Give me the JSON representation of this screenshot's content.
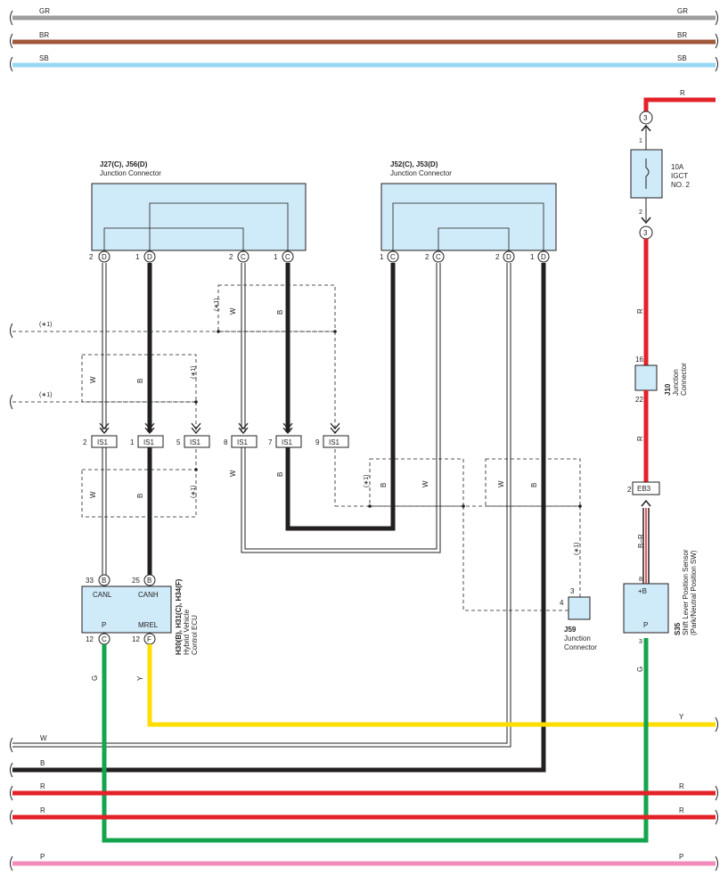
{
  "colors": {
    "GR": "#9d9d9d",
    "BR": "#a0573a",
    "SB": "#98d8f2",
    "R": "#e32128",
    "B": "#231f20",
    "W": "#ffffff",
    "G": "#13a54e",
    "Y": "#ffdd00",
    "P": "#f08bba",
    "connector_fill": "#cfeaf8"
  },
  "icons": {
    "wire_break": "bracket-glyph",
    "pin": "circle-letter",
    "inline_connector": "chevron-arrow"
  },
  "bus": {
    "top": [
      {
        "code": "GR"
      },
      {
        "code": "BR"
      },
      {
        "code": "SB"
      }
    ],
    "bottom": [
      {
        "code": "W"
      },
      {
        "code": "B"
      },
      {
        "code": "R"
      },
      {
        "code": "R"
      },
      {
        "code": "P"
      }
    ]
  },
  "connectors": {
    "j27": {
      "name": "J27(C), J56(D)",
      "desc": "Junction Connector",
      "pins": [
        {
          "n": "2",
          "l": "D"
        },
        {
          "n": "1",
          "l": "D"
        },
        {
          "n": "2",
          "l": "C"
        },
        {
          "n": "1",
          "l": "C"
        }
      ]
    },
    "j52": {
      "name": "J52(C), J53(D)",
      "desc": "Junction Connector",
      "pins": [
        {
          "n": "1",
          "l": "C"
        },
        {
          "n": "2",
          "l": "C"
        },
        {
          "n": "2",
          "l": "D"
        },
        {
          "n": "1",
          "l": "D"
        }
      ]
    },
    "fuse": {
      "rating": "10A",
      "line2": "IGCT",
      "line3": "NO. 2",
      "pin_top": "1",
      "pin_bottom": "2",
      "conn": "3"
    },
    "j10": {
      "name": "J10",
      "line1": "Junction",
      "line2": "Connector",
      "pin_top": "16",
      "pin_bottom": "22"
    },
    "eb3": {
      "name": "EB3",
      "pin": "2"
    },
    "j59": {
      "name": "J59",
      "line1": "Junction",
      "line2": "Connector",
      "pin_left": "4",
      "pin_top": "3"
    },
    "ecu": {
      "name": "H30(B), H31(C), H34(F)",
      "line1": "Hybrid Vehicle",
      "line2": "Control ECU",
      "canl": "CANL",
      "canh": "CANH",
      "p": "P",
      "mrel": "MREL",
      "pin_canl_n": "33",
      "pin_canl_l": "B",
      "pin_canh_n": "25",
      "pin_canh_l": "B",
      "pin_p_n": "12",
      "pin_p_l": "C",
      "pin_mrel_n": "12",
      "pin_mrel_l": "F"
    },
    "s35": {
      "name": "S35",
      "line1": "Shift Lever Position Sensor",
      "line2": "(Park/Neutral Position SW)",
      "plus_b": "+B",
      "p": "P",
      "pin_top": "8",
      "pin_bottom": "3"
    },
    "is1": [
      {
        "n": "2",
        "name": "IS1"
      },
      {
        "n": "1",
        "name": "IS1"
      },
      {
        "n": "5",
        "name": "IS1"
      },
      {
        "n": "8",
        "name": "IS1"
      },
      {
        "n": "7",
        "name": "IS1"
      },
      {
        "n": "9",
        "name": "IS1"
      }
    ]
  },
  "labels": {
    "star1": "(∗1)",
    "W": "W",
    "B": "B",
    "R": "R",
    "G": "G",
    "Y": "Y",
    "BR_stripe": "B−R"
  }
}
